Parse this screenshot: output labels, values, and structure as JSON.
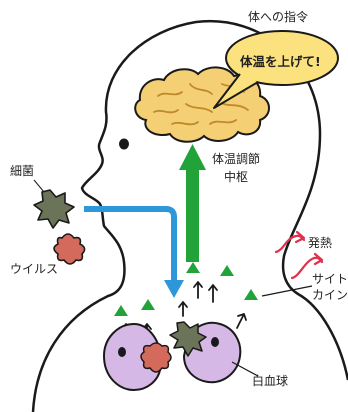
{
  "header": {
    "title": "体への指令"
  },
  "bubble": {
    "text": "体温を上げて!"
  },
  "labels": {
    "thermoregulation_line1": "体温調節",
    "thermoregulation_line2": "中枢",
    "bacteria": "細菌",
    "virus": "ウイルス",
    "fever": "発熱",
    "cytokine_line1": "サイト",
    "cytokine_line2": "カイン",
    "white_blood_cell": "白血球"
  },
  "colors": {
    "outline": "#1a1a1a",
    "brain": "#f4cf73",
    "brain_fold": "#c08a2b",
    "bubble_fill": "#fbe27e",
    "green_arrow": "#22a33a",
    "blue_arrow": "#2e97d9",
    "fever_arrow": "#e0304a",
    "cell_fill": "#d6b8e6",
    "bacteria_fill": "#6b7358",
    "virus_fill": "#d46a5c"
  }
}
